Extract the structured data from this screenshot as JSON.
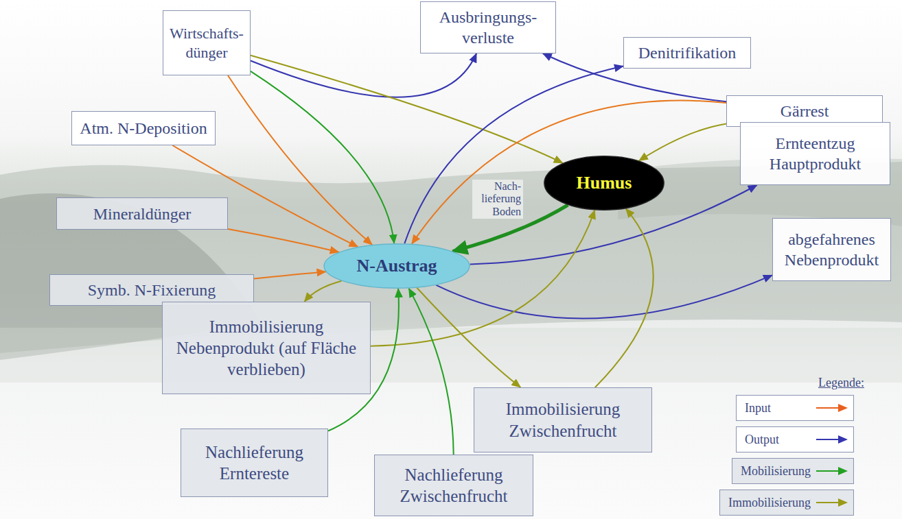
{
  "diagram": {
    "nodes": [
      {
        "text": [
          "Wirtschafts- dünger"
        ]
      },
      {
        "text": [
          "Ausbringungs- verluste"
        ]
      },
      {
        "text": [
          "Denitrifikation"
        ]
      },
      {
        "text": [
          "Gärrest"
        ]
      },
      {
        "text": [
          "Atm. N-Deposition"
        ]
      },
      {
        "text": [
          "Ernteentzug Hauptprodukt"
        ]
      },
      {
        "text": [
          "Humus"
        ]
      },
      {
        "text": [
          "Mineraldünger"
        ]
      },
      {
        "text": [
          "N-Austrag"
        ]
      },
      {
        "text": [
          "abgefahrenes Nebenprodukt"
        ]
      },
      {
        "text": [
          "Symb. N-Fixierung"
        ]
      },
      {
        "text": [
          "Immobilisierung Nebenprodukt (auf Fläche verblieben)"
        ]
      },
      {
        "text": [
          "Immobilisierung Zwischenfrucht"
        ]
      },
      {
        "text": [
          "Nachlieferung Erntereste"
        ]
      },
      {
        "text": [
          "Nachlieferung Zwischenfrucht"
        ]
      }
    ],
    "edges": [
      {
        "from": 0,
        "to": 1,
        "arrow": "to"
      },
      {
        "from": 0,
        "to": 8,
        "arrow": "to"
      },
      {
        "from": 0,
        "to": 8,
        "arrow": "to"
      },
      {
        "from": 0,
        "to": 6,
        "arrow": "to"
      },
      {
        "from": 3,
        "to": 1,
        "arrow": "to"
      },
      {
        "from": 3,
        "to": 8,
        "arrow": "to"
      },
      {
        "from": 8,
        "to": 2,
        "arrow": "to"
      },
      {
        "from": 3,
        "to": 6,
        "arrow": "to"
      },
      {
        "from": 4,
        "to": 8,
        "arrow": "to"
      },
      {
        "from": 7,
        "to": 8,
        "arrow": "to"
      },
      {
        "from": 10,
        "to": 8,
        "arrow": "to"
      },
      {
        "from": 6,
        "to": 8,
        "label": "Nach- lieferung Boden",
        "arrow": "to"
      },
      {
        "from": 8,
        "to": 5,
        "arrow": "to"
      },
      {
        "from": 8,
        "to": 9,
        "arrow": "to"
      },
      {
        "from": 8,
        "to": 11,
        "arrow": "to"
      },
      {
        "from": 11,
        "to": 6,
        "arrow": "to"
      },
      {
        "from": 8,
        "to": 12,
        "arrow": "to"
      },
      {
        "from": 12,
        "to": 6,
        "arrow": "to"
      },
      {
        "from": 13,
        "to": 8,
        "arrow": "to"
      },
      {
        "from": 14,
        "to": 8,
        "arrow": "to"
      }
    ],
    "labels": [
      "Legende:"
    ],
    "legend": [
      {
        "text": "Input"
      },
      {
        "text": "Output"
      },
      {
        "text": "Mobilisierung"
      },
      {
        "text": "Immobilisierung"
      }
    ]
  }
}
